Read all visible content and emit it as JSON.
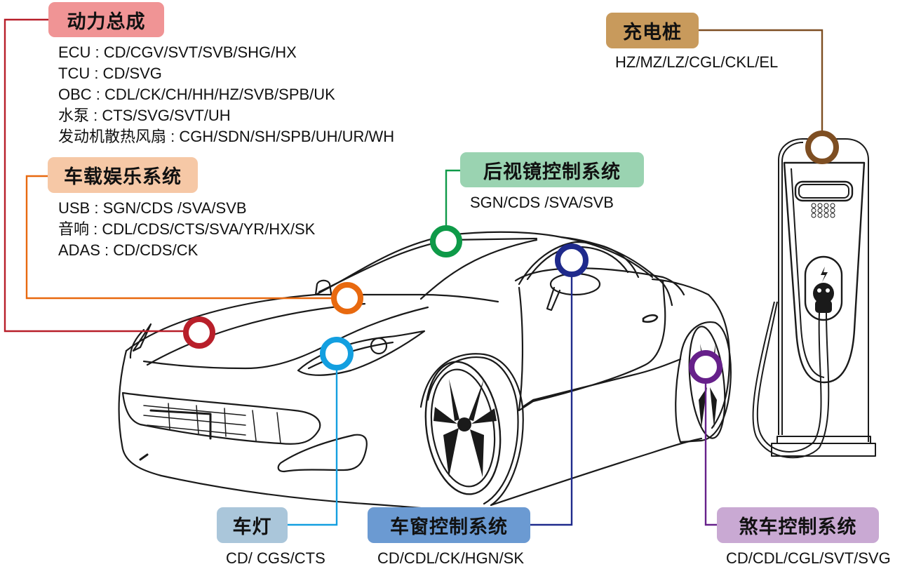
{
  "title": "新能源汽车部件应用示意图",
  "groups": [
    {
      "id": "powertrain",
      "label": "动力总成",
      "color": "#b81f2a",
      "tag_bg": "#f09495",
      "items": [
        "ECU : CD/CGV/SVT/SVB/SHG/HX",
        "TCU : CD/SVG",
        "OBC : CDL/CK/CH/HH/HZ/SVB/SPB/UK",
        "水泵 : CTS/SVG/SVT/UH",
        "发动机散热风扇 : CGH/SDN/SH/SPB/UH/UR/WH"
      ]
    },
    {
      "id": "infotainment",
      "label": "车载娱乐系统",
      "color": "#e8690f",
      "tag_bg": "#f6c8a6",
      "items": [
        "USB : SGN/CDS /SVA/SVB",
        "音响 : CDL/CDS/CTS/SVA/YR/HX/SK",
        "ADAS : CD/CDS/CK"
      ]
    },
    {
      "id": "mirror",
      "label": "后视镜控制系统",
      "color": "#0e9a48",
      "tag_bg": "#9ad3b1",
      "items": [
        "SGN/CDS /SVA/SVB"
      ]
    },
    {
      "id": "charging",
      "label": "充电桩",
      "color": "#7e4e22",
      "tag_bg": "#c89a5c",
      "items": [
        "HZ/MZ/LZ/CGL/CKL/EL"
      ]
    },
    {
      "id": "lights",
      "label": "车灯",
      "color": "#139fe0",
      "tag_bg": "#aac6da",
      "items": [
        "CD/ CGS/CTS"
      ]
    },
    {
      "id": "window",
      "label": "车窗控制系统",
      "color": "#1f2a8c",
      "tag_bg": "#6b9ad2",
      "items": [
        "CD/CDL/CK/HGN/SK"
      ]
    },
    {
      "id": "brake",
      "label": "煞车控制系统",
      "color": "#66208a",
      "tag_bg": "#c9a9d3",
      "items": [
        "CD/CDL/CGL/SVT/SVG"
      ]
    }
  ],
  "illustrations": [
    "car-outline",
    "charging-pile"
  ]
}
